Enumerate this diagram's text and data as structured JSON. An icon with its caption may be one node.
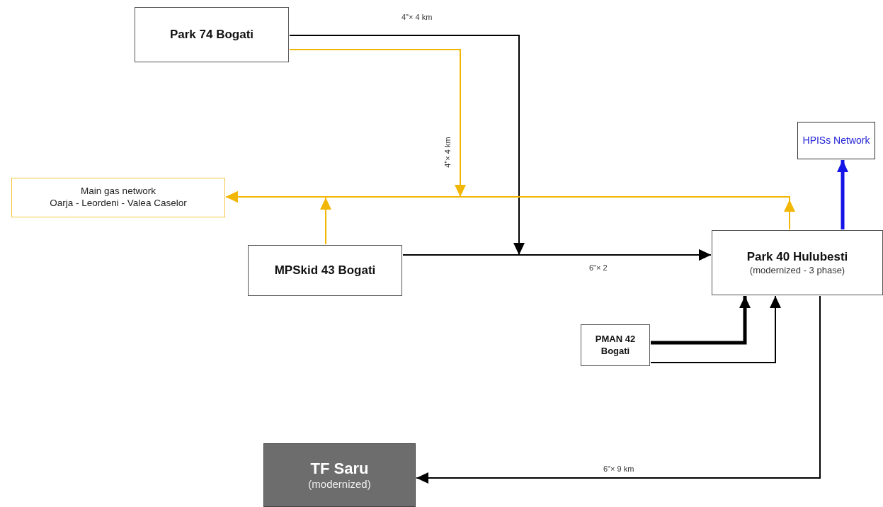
{
  "diagram": {
    "nodes": [
      {
        "text": [
          "Park 74 Bogati"
        ]
      },
      {
        "text": [
          "HPISs Network"
        ]
      },
      {
        "text": [
          "Main gas network",
          "Oarja - Leordeni - Valea Caselor"
        ]
      },
      {
        "text": [
          "MPSkid 43 Bogati"
        ]
      },
      {
        "text": [
          "Park 40 Hulubesti",
          "(modernized - 3 phase)"
        ]
      },
      {
        "text": [
          "PMAN 42 Bogati"
        ]
      },
      {
        "text": [
          "TF Saru",
          "(modernized)"
        ]
      }
    ],
    "edges": [
      {
        "from": 0,
        "to": 4,
        "arrow": "to",
        "label": "4\"× 4 km"
      },
      {
        "from": 0,
        "to": 2,
        "arrow": "to",
        "label": "4\"× 4 km",
        "color": "#f2b705"
      },
      {
        "from": 3,
        "to": 2,
        "arrow": "to",
        "color": "#f2b705"
      },
      {
        "from": 4,
        "to": 2,
        "arrow": "to",
        "color": "#f2b705"
      },
      {
        "from": 3,
        "to": 4,
        "arrow": "to",
        "label": "6\"× 2"
      },
      {
        "from": 4,
        "to": 1,
        "arrow": "to",
        "color": "#1414e6",
        "style": "thick"
      },
      {
        "from": 5,
        "to": 4,
        "arrow": "to",
        "style": "thick"
      },
      {
        "from": 5,
        "to": 4,
        "arrow": "to"
      },
      {
        "from": 4,
        "to": 6,
        "arrow": "to",
        "label": "6\"× 9 km"
      }
    ]
  }
}
